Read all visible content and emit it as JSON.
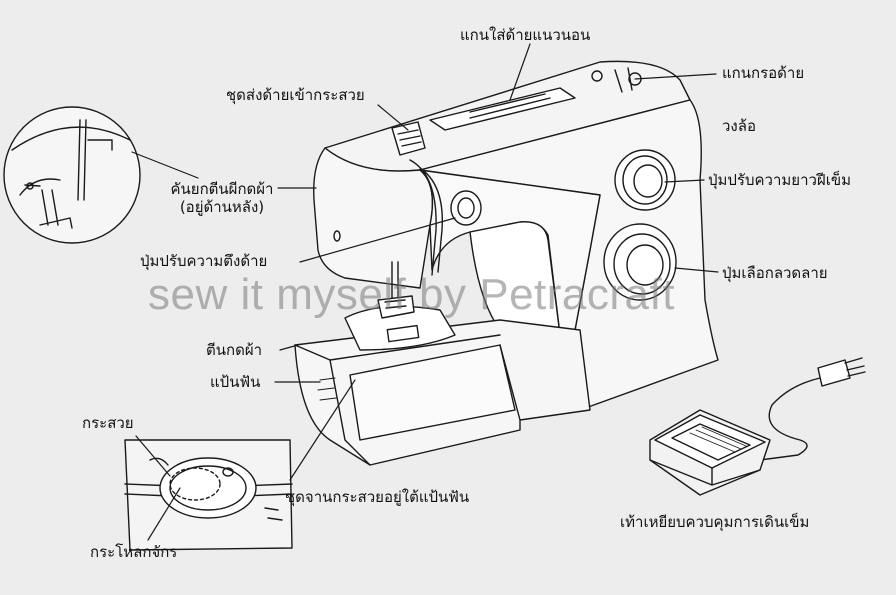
{
  "labels": {
    "spool_pin_horizontal": "แกนใส่ด้ายแนวนอน",
    "bobbin_winder_spindle": "แกนกรอด้าย",
    "thread_guide": "ชุดส่งด้ายเข้ากระสวย",
    "handwheel": "วงล้อ",
    "presser_foot_lever_line1": "คันยกตีนผีกดผ้า",
    "presser_foot_lever_line2": "(อยู่ด้านหลัง)",
    "stitch_length_dial": "ปุ่มปรับความยาวฝีเข็ม",
    "tension_dial": "ปุ่มปรับความตึงด้าย",
    "pattern_selector": "ปุ่มเลือกลวดลาย",
    "presser_foot": "ตีนกดผ้า",
    "needle_plate": "แป้นฟัน",
    "bobbin": "กระสวย",
    "bobbin_case_under_plate": "ชุดจานกระสวยอยู่ใต้แป้นฟัน",
    "bobbin_case": "กระโหลกจักร",
    "foot_control": "เท้าเหยียบควบคุมการเดินเข็ม"
  },
  "watermark": "sew it myself by Petracraft",
  "colors": {
    "background": "#ededed",
    "line": "#1a1a1a"
  }
}
